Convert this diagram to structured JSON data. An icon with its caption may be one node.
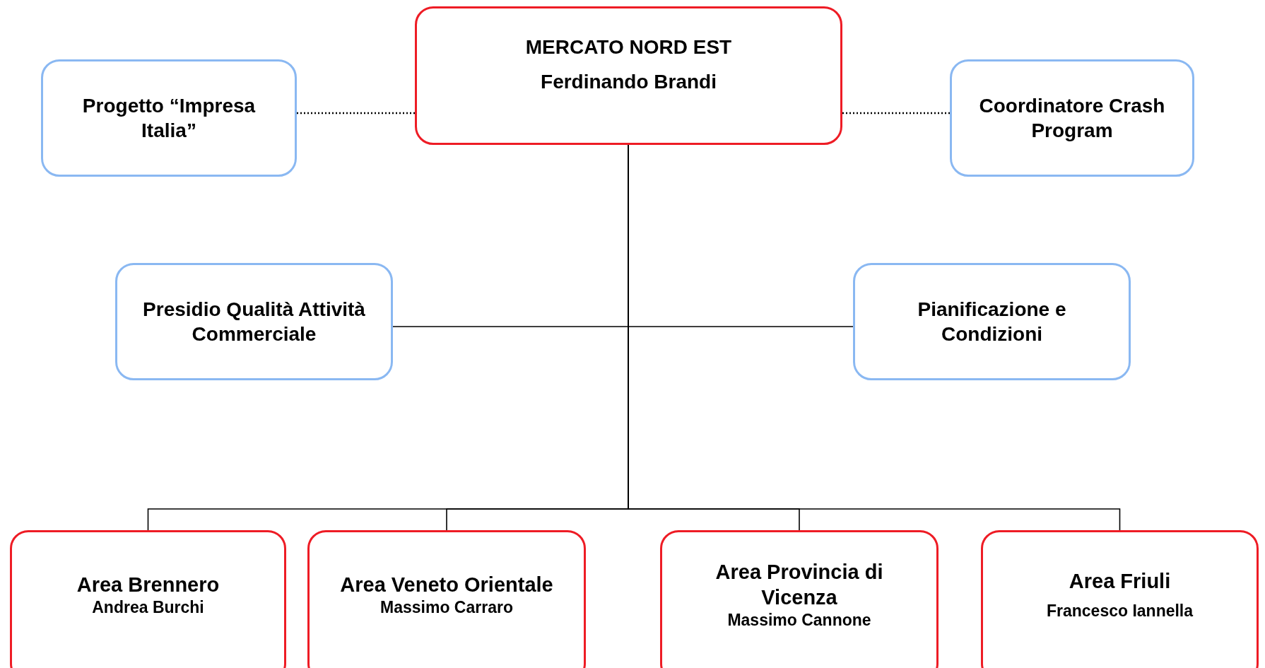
{
  "diagram": {
    "nodes": [
      {
        "text": [
          "MERCATO NORD EST",
          "Ferdinando Brandi"
        ]
      },
      {
        "text": [
          "Progetto “Impresa Italia”"
        ]
      },
      {
        "text": [
          "Coordinatore Crash Program"
        ]
      },
      {
        "text": [
          "Presidio Qualità Attività Commerciale"
        ]
      },
      {
        "text": [
          "Pianificazione e Condizioni"
        ]
      },
      {
        "text": [
          "Area Brennero",
          "Andrea Burchi"
        ]
      },
      {
        "text": [
          "Area Veneto Orientale",
          "Massimo Carraro"
        ]
      },
      {
        "text": [
          "Area Provincia di Vicenza",
          "Massimo Cannone"
        ]
      },
      {
        "text": [
          "Area Friuli",
          "Francesco Iannella"
        ]
      }
    ],
    "edges": [
      {
        "from": 0,
        "to": 1,
        "arrow": "none",
        "style": "dashed"
      },
      {
        "from": 0,
        "to": 2,
        "arrow": "none",
        "style": "dashed"
      },
      {
        "from": 0,
        "to": 3,
        "arrow": "none"
      },
      {
        "from": 0,
        "to": 4,
        "arrow": "none"
      },
      {
        "from": 0,
        "to": 5,
        "arrow": "none"
      },
      {
        "from": 0,
        "to": 6,
        "arrow": "none"
      },
      {
        "from": 0,
        "to": 7,
        "arrow": "none"
      },
      {
        "from": 0,
        "to": 8,
        "arrow": "none"
      }
    ]
  }
}
